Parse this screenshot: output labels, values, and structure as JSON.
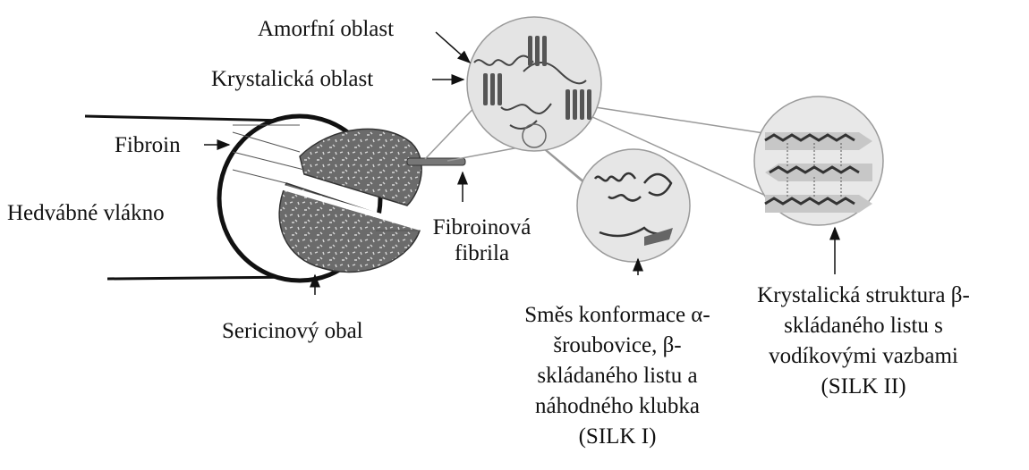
{
  "labels": {
    "amorphous_region": "Amorfní oblast",
    "crystalline_region": "Krystalická oblast",
    "fibroin": "Fibroin",
    "silk_fiber": "Hedvábné vlákno",
    "fibroin_fibril_line1": "Fibroinová",
    "fibroin_fibril_line2": "fibrila",
    "sericin_coat": "Sericinový obal",
    "silk1_line1": "Směs konformace α-",
    "silk1_line2": "šroubovice, β-",
    "silk1_line3": "skládaného listu a",
    "silk1_line4": "náhodného klubka",
    "silk1_line5": "(SILK I)",
    "silk2_line1": "Krystalická struktura β-",
    "silk2_line2": "skládaného listu s",
    "silk2_line3": "vodíkovými vazbami",
    "silk2_line4": "(SILK II)"
  }
}
